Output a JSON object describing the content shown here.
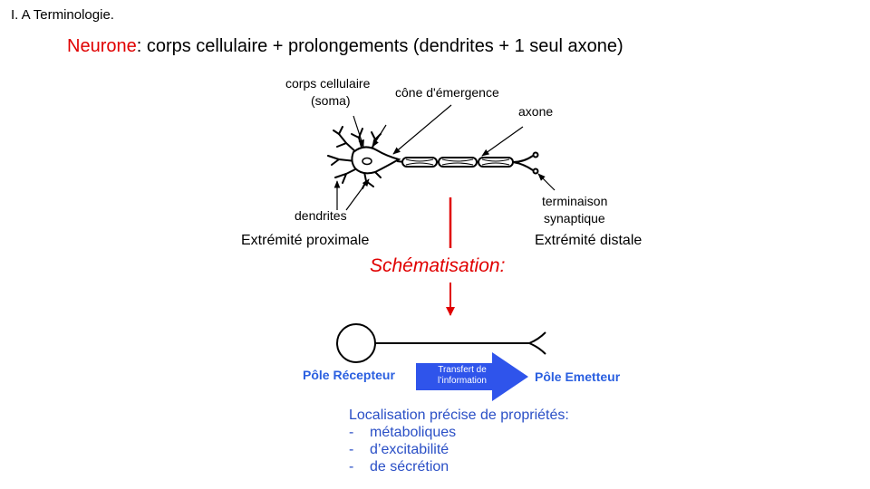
{
  "header": {
    "section_title": "I. A Terminologie.",
    "keyword": "Neurone",
    "definition": ": corps cellulaire + prolongements (dendrites + 1 seul axone)"
  },
  "neuron_diagram": {
    "labels": {
      "soma": "corps cellulaire",
      "soma_alt": "(soma)",
      "cone": "cône d'émergence",
      "axone": "axone",
      "dendrites": "dendrites",
      "terminaison_1": "terminaison",
      "terminaison_2": "synaptique"
    },
    "ends": {
      "proximal": "Extrémité proximale",
      "distal": "Extrémité distale"
    }
  },
  "schematisation": "Schématisation:",
  "schema": {
    "pole_recepteur": "Pôle Récepteur",
    "pole_emetteur": "Pôle Emetteur",
    "transfer_line1": "Transfert de",
    "transfer_line2": "l’information"
  },
  "properties": {
    "title": "Localisation précise de propriétés:",
    "items": [
      {
        "dash": "-",
        "text": "métaboliques"
      },
      {
        "dash": "-",
        "text": "d’excitabilité"
      },
      {
        "dash": "-",
        "text": "de sécrétion"
      }
    ]
  },
  "colors": {
    "accent_red": "#e00000",
    "accent_blue": "#2a5fe0",
    "arrow_blue": "#2f54eb"
  }
}
